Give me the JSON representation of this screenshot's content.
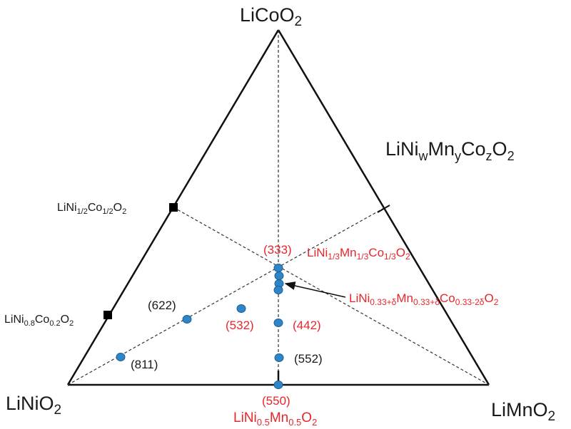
{
  "vertices": {
    "top": {
      "base": "LiCoO",
      "sub": "2"
    },
    "left": {
      "base": "LiNiO",
      "sub": "2"
    },
    "right": {
      "base": "LiMnO",
      "sub": "2"
    }
  },
  "formula": {
    "a": "LiNi",
    "a_sub": "w",
    "b": "Mn",
    "b_sub": "y",
    "c": "Co",
    "c_sub": "z",
    "d": "O",
    "d_sub": "2"
  },
  "edge_points": {
    "half": {
      "a": "LiNi",
      "a_sub": "1/2",
      "b": "Co",
      "b_sub": "1/2",
      "c": "O",
      "c_sub": "2"
    },
    "eight": {
      "a": "LiNi",
      "a_sub": "0.8",
      "b": "Co",
      "b_sub": "0.2",
      "c": "O",
      "c_sub": "2"
    }
  },
  "labels": {
    "p333": "(333)",
    "p622": "(622)",
    "p532": "(532)",
    "p442": "(442)",
    "p811": "(811)",
    "p552": "(552)",
    "p550": "(550)"
  },
  "nmc333": {
    "a": "LiNi",
    "a_sub": "1/3",
    "b": "Mn",
    "b_sub": "1/3",
    "c": "Co",
    "c_sub": "1/3",
    "d": "O",
    "d_sub": "2"
  },
  "nmcdelta": {
    "a": "LiNi",
    "a_sub": "0.33+δ",
    "b": "Mn",
    "b_sub": "0.33+δ",
    "c": "Co",
    "c_sub": "0.33-2δ",
    "d": "O",
    "d_sub": "2"
  },
  "nm55": {
    "a": "LiNi",
    "a_sub": "0.5",
    "b": "Mn",
    "b_sub": "0.5",
    "c": "O",
    "c_sub": "2"
  },
  "colors": {
    "point": "#2e86c9",
    "red_text": "#e8262a",
    "line": "#111111"
  }
}
